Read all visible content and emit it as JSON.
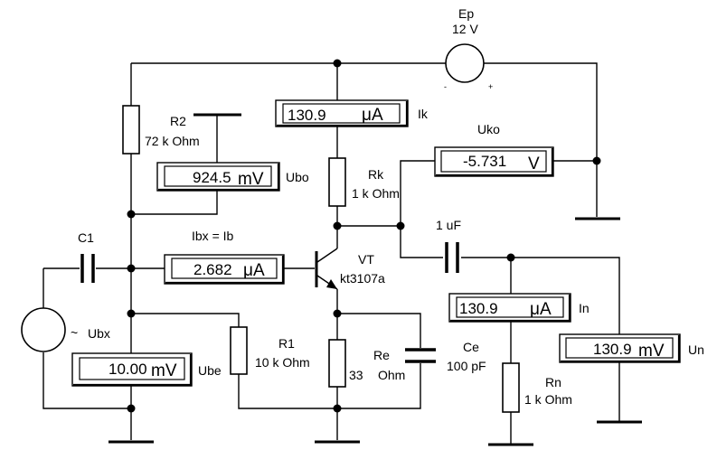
{
  "source": {
    "name": "Ep",
    "value": "12 V",
    "minus": "-",
    "plus": "+"
  },
  "components": {
    "r2": {
      "name": "R2",
      "value": "72 k Ohm"
    },
    "rk": {
      "name": "Rk",
      "value": "1 k Ohm"
    },
    "r1": {
      "name": "R1",
      "value": "10 k Ohm"
    },
    "re": {
      "name": "Re",
      "value": "33",
      "unit": "Ohm"
    },
    "ce": {
      "name": "Ce",
      "value": "100 pF"
    },
    "rn": {
      "name": "Rn",
      "value": "1 k Ohm"
    },
    "c1": {
      "name": "C1"
    },
    "c2": {
      "value": "1 uF"
    },
    "vt": {
      "name": "VT",
      "model": "kt3107a"
    },
    "ubx": {
      "tilde": "~",
      "name": "Ubx"
    }
  },
  "meters": {
    "ik": {
      "value": "130.9",
      "unit": "μA",
      "label": "Ik"
    },
    "ubo": {
      "value": "924.5",
      "unit": "mV",
      "label": "Ubo"
    },
    "uko": {
      "value": "-5.731",
      "unit": "V",
      "label": "Uko"
    },
    "ibx": {
      "value": "2.682",
      "unit": "μA",
      "label": "Ibx = Ib"
    },
    "in": {
      "value": "130.9",
      "unit": "μA",
      "label": "In"
    },
    "un": {
      "value": "130.9",
      "unit": "mV",
      "label": "Un"
    },
    "ube": {
      "value": "10.00",
      "unit": "mV",
      "label": "Ube"
    }
  }
}
